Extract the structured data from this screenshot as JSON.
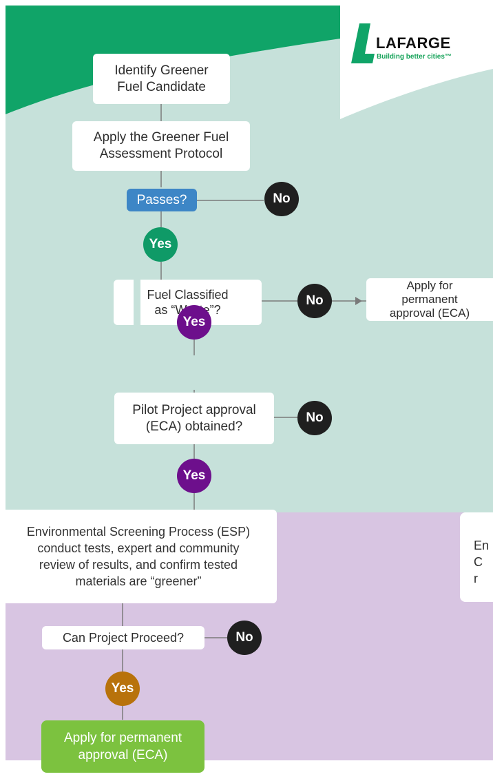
{
  "logo": {
    "wordmark": "LAFARGE",
    "tagline": "Building better cities™",
    "mark_icon": "lafarge-l-mark-icon"
  },
  "colors": {
    "mint_background": "#c6e1da",
    "lilac_background": "#d8c5e2",
    "green_band": "#10a468",
    "passes_blue": "#3d86c6",
    "final_green": "#7cc23f",
    "no_black": "#1f1f1f",
    "yes_green": "#0f9a67",
    "yes_purple": "#6d0f8c",
    "yes_brown": "#b8720b"
  },
  "steps": {
    "identify": "Identify Greener\nFuel Candidate",
    "apply_protocol": "Apply the Greener Fuel\nAssessment Protocol",
    "passes": "Passes?",
    "fuel_classified": "Fuel Classified\nas “Waste”?",
    "apply_permanent_right": "Apply for\npermanent\napproval (ECA)",
    "pilot_approval": "Pilot Project approval\n(ECA) obtained?",
    "esp": "Environmental Screening Process (ESP)\nconduct tests, expert and community\nreview of results, and confirm tested\nmaterials are “greener”",
    "esp_right_partial": "En\nC\nr",
    "can_proceed": "Can Project Proceed?",
    "apply_permanent_final": "Apply for permanent\napproval (ECA)"
  },
  "decisions": {
    "no_1": "No",
    "yes_1": "Yes",
    "no_2": "No",
    "yes_2": "Yes",
    "no_3": "No",
    "yes_3": "Yes",
    "no_4": "No",
    "yes_4": "Yes"
  }
}
